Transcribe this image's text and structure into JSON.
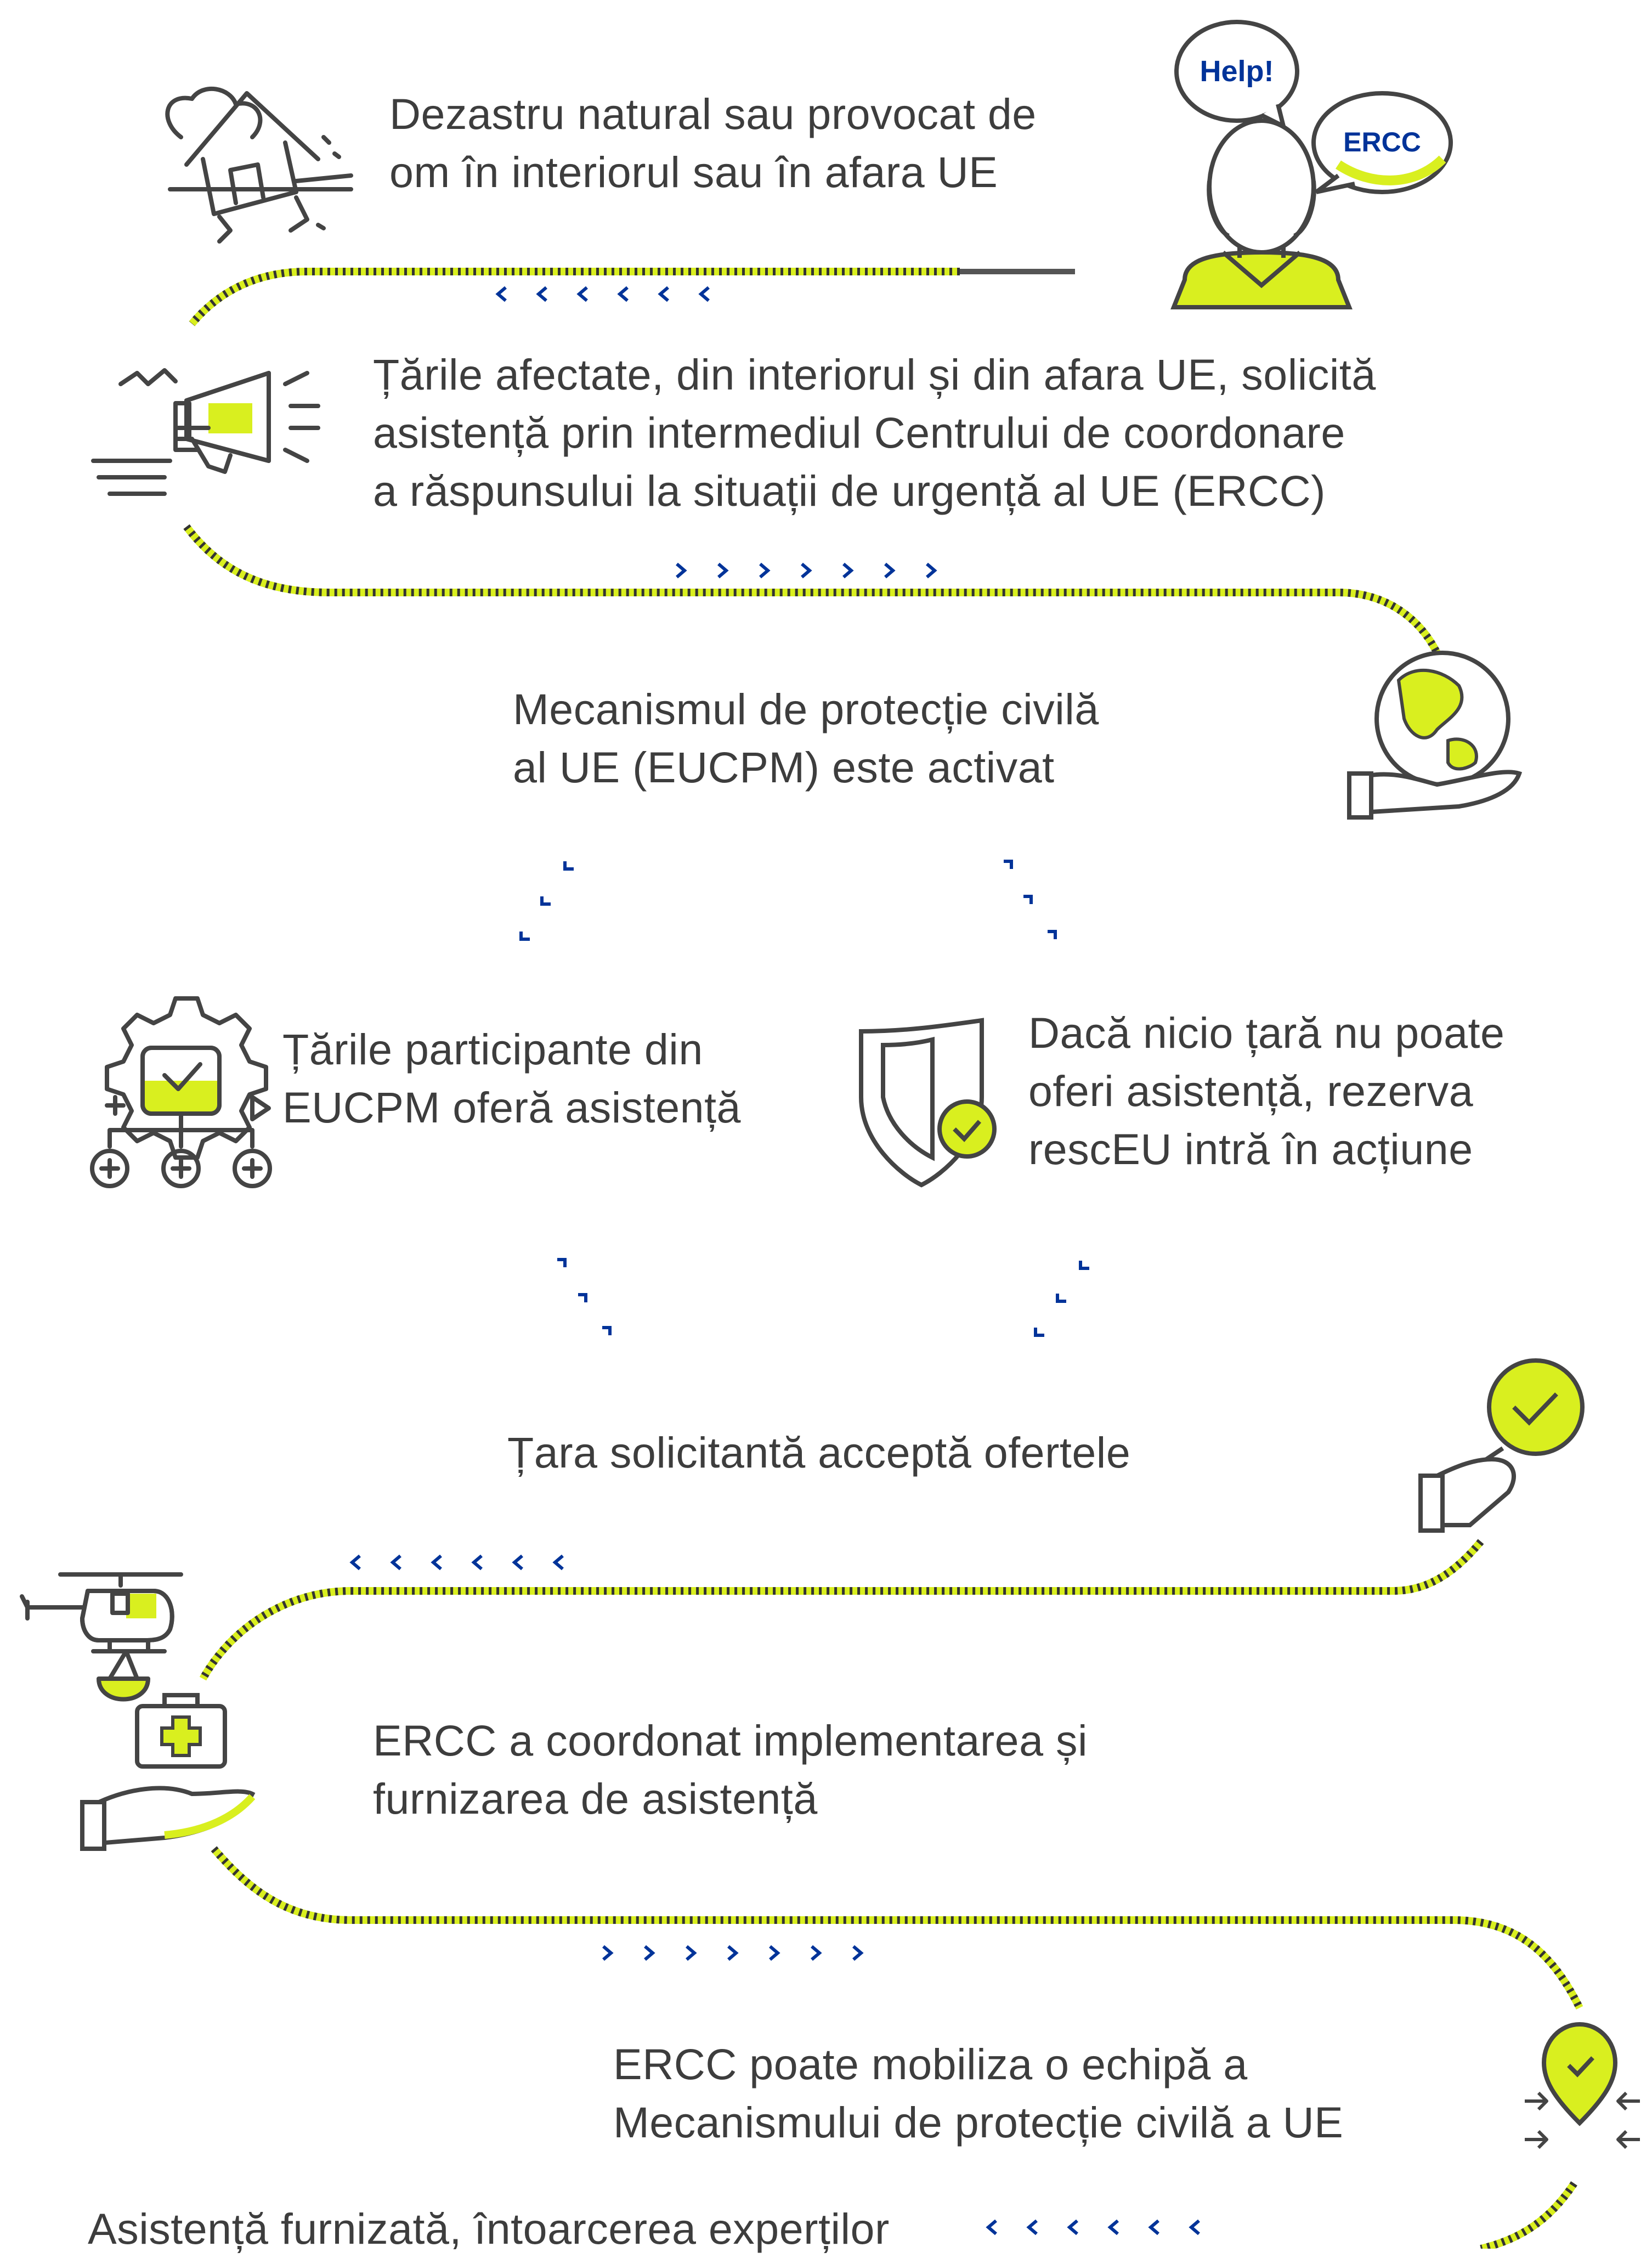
{
  "steps": {
    "step1": {
      "line1": "Dezastru natural sau provocat de",
      "line2": "om în interiorul sau în afara UE"
    },
    "step2": {
      "line1": "Țările afectate, din interiorul și din afara UE, solicită",
      "line2": "asistență prin intermediul Centrului de coordonare",
      "line3": "a răspunsului la situații de urgență al UE (ERCC)"
    },
    "step3": {
      "line1": "Mecanismul de protecție civilă",
      "line2": "al UE (EUCPM) este activat"
    },
    "step4a": {
      "line1": "Țările participante din",
      "line2": "EUCPM oferă asistență"
    },
    "step4b": {
      "line1": "Dacă nicio țară nu poate",
      "line2": "oferi asistență, rezerva",
      "line3": "rescEU intră în acțiune"
    },
    "step5": {
      "line1": "Țara solicitantă acceptă ofertele"
    },
    "step6": {
      "line1": "ERCC a coordonat implementarea și",
      "line2": "furnizarea de asistență"
    },
    "step7": {
      "line1": "ERCC poate mobiliza o echipă a",
      "line2": "Mecanismului de protecție civilă a UE"
    },
    "step8": {
      "line1": "Asistență furnizată, întoarcerea experților"
    }
  },
  "bubbles": {
    "help": "Help!",
    "ercc": "ERCC"
  },
  "icons": [
    "house-disaster-icon",
    "person-speech-icon",
    "megaphone-icon",
    "globe-hand-icon",
    "gear-checklist-icon",
    "shield-check-icon",
    "hand-check-icon",
    "helicopter-icon",
    "first-aid-hand-icon",
    "location-check-icon"
  ],
  "colors": {
    "text": "#3d3d3d",
    "accent": "#d9ef1f",
    "arrows": "#003399",
    "lines": "#444444",
    "bubble_text": "#003399"
  }
}
